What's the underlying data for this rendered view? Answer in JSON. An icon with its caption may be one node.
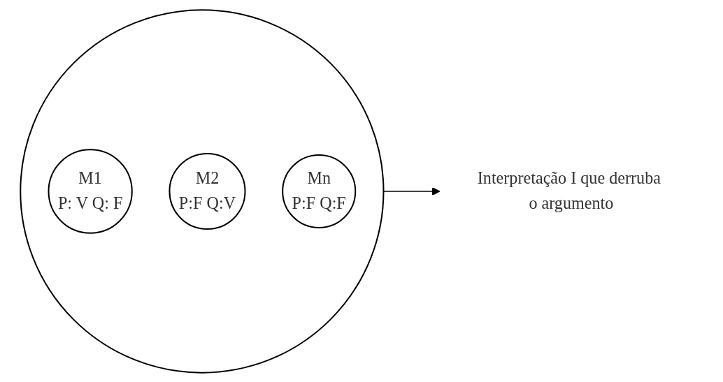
{
  "diagram": {
    "nodes": [
      {
        "text": [],
        "shape": "circle"
      },
      {
        "text": [
          "M1",
          "P: V Q: F"
        ],
        "in": 0
      },
      {
        "text": [
          "M2",
          "P:F Q:V"
        ],
        "in": 0
      },
      {
        "text": [
          "Mn",
          "P:F Q:F"
        ],
        "in": 0
      },
      {
        "text": [
          "Interpretação I que derruba o argumento"
        ]
      }
    ],
    "edges": [
      {
        "from": 0,
        "to": 4,
        "arrow": "to"
      }
    ]
  }
}
